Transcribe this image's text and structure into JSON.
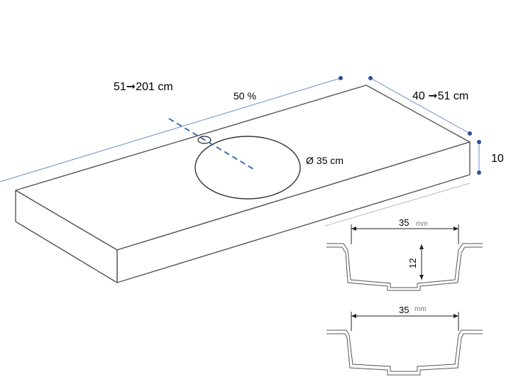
{
  "labels": {
    "length_range": "51➞201 cm",
    "position_percent": "50 %",
    "depth_range": "40 ➞51 cm",
    "thickness": "10",
    "basin_diameter": "Ø 35 cm",
    "section1_width": "35",
    "section1_unit": "mm",
    "section1_depth": "12",
    "section2_width": "35",
    "section2_unit": "mm"
  },
  "colors": {
    "outline": "#555555",
    "dimension_line": "#6b8fc9",
    "dimension_dot": "#2c4f9e",
    "center_dash": "#3c6fb0"
  }
}
